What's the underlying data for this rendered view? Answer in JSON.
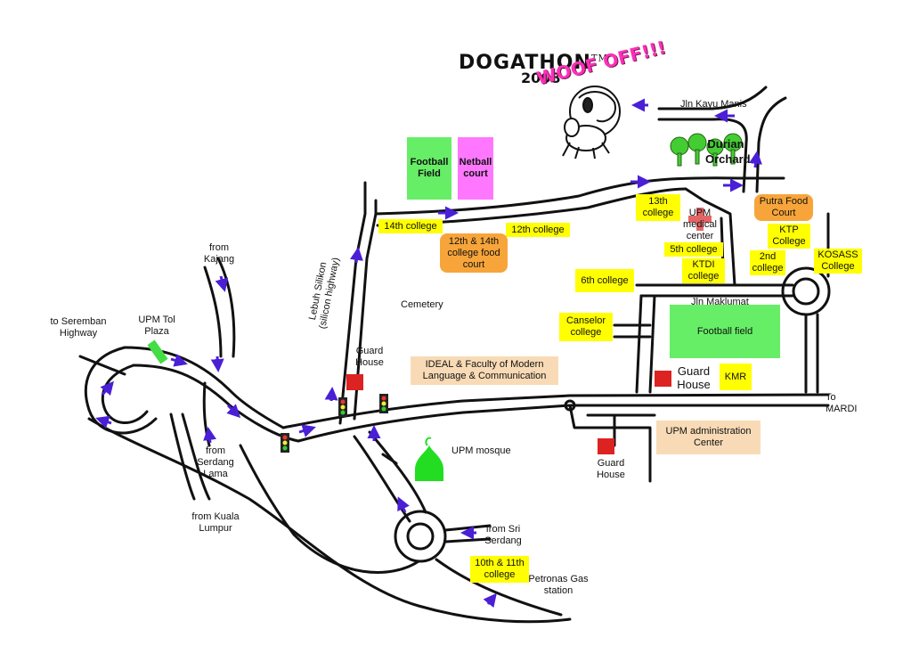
{
  "logo": {
    "title": "DOGATHON",
    "trademark": "TM",
    "year": "2008",
    "tagline": "WOOF OFF!!!"
  },
  "colors": {
    "road": "#111111",
    "arrow": "#4a1fd6",
    "college": "#ffff00",
    "food": "#f7a53a",
    "faculty": "#f8dbb6",
    "field": "#66ee66",
    "netball": "#ff77ff",
    "guard": "#dd2222",
    "tree": "#44cc33",
    "mosque": "#22dd22",
    "medical_cross": "#e04b4b"
  },
  "places": {
    "football_field_north": "Football Field",
    "netball_court": "Netball court",
    "durian_orchard": "Durian Orchard",
    "jln_kayu_manis": "Jln Kayu Manis",
    "putra_food_court": "Putra Food Court",
    "thirteenth_college": "13th college",
    "upm_medical_center": "UPM medical center",
    "fifth_college": "5th college",
    "ktdi_college": "KTDI college",
    "ktp_college": "KTP College",
    "second_college": "2nd college",
    "kosass_college": "KOSASS College",
    "fourteenth_college": "14th college",
    "twelfth_college": "12th college",
    "food_court_12_14": "12th & 14th college food court",
    "sixth_college": "6th college",
    "jln_maklumat": "Jln Maklumat",
    "football_field_south": "Football field",
    "canselor_college": "Canselor college",
    "lebuh_silikon": "Lebuh Silikon (silicon highway)",
    "cemetery": "Cemetery",
    "guard_house_1": "Guard House",
    "guard_house_2": "Guard House",
    "guard_house_3": "Guard House",
    "ideal_faculty": "IDEAL & Faculty of Modern Language & Communication",
    "kmr": "KMR",
    "to_mardi": "To MARDI",
    "upm_admin": "UPM administration Center",
    "upm_mosque": "UPM mosque",
    "from_kajang": "from Kajang",
    "upm_toll_plaza": "UPM Tol Plaza",
    "to_seremban": "to Seremban Highway",
    "from_serdang_lama": "from Serdang Lama",
    "from_kuala_lumpur": "from Kuala Lumpur",
    "from_sri_serdang": "from Sri Serdang",
    "college_10_11": "10th & 11th college",
    "petronas": "Petronas Gas station"
  }
}
